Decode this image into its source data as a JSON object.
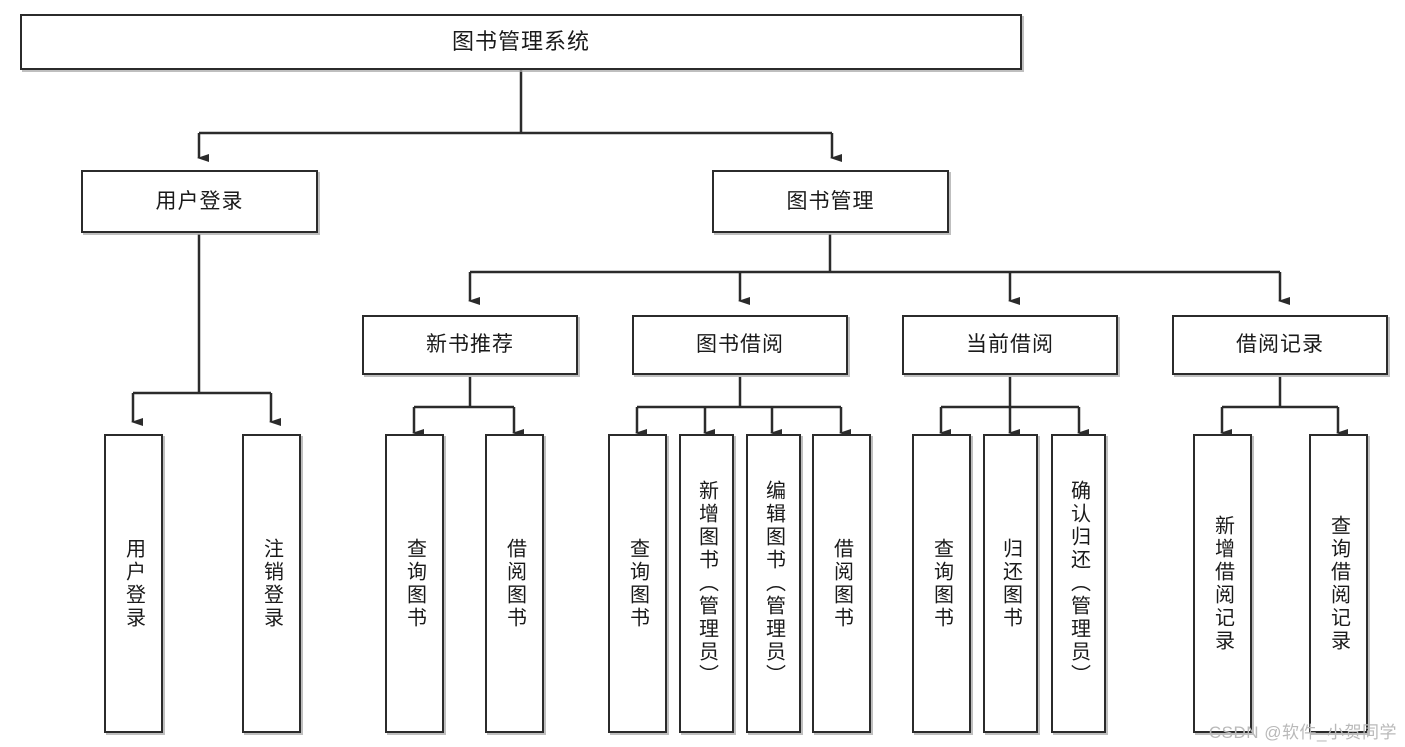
{
  "diagram": {
    "type": "tree",
    "title": "图书管理系统",
    "colors": {
      "box_border": "#2b2b2b",
      "box_fill": "#ffffff",
      "connector": "#2b2b2b",
      "watermark": "#b9b9b9"
    },
    "root": {
      "label": "图书管理系统"
    },
    "level2": [
      {
        "label": "用户登录"
      },
      {
        "label": "图书管理"
      }
    ],
    "level3": [
      {
        "label": "新书推荐"
      },
      {
        "label": "图书借阅"
      },
      {
        "label": "当前借阅"
      },
      {
        "label": "借阅记录"
      }
    ],
    "leaves": {
      "user_login": [
        {
          "label": "用户登录"
        },
        {
          "label": "注销登录"
        }
      ],
      "new_book_recommend": [
        {
          "label": "查询图书"
        },
        {
          "label": "借阅图书"
        }
      ],
      "book_borrow": [
        {
          "label": "查询图书"
        },
        {
          "label": "新增图书（管理员）"
        },
        {
          "label": "编辑图书（管理员）"
        },
        {
          "label": "借阅图书"
        }
      ],
      "current_borrow": [
        {
          "label": "查询图书"
        },
        {
          "label": "归还图书"
        },
        {
          "label": "确认归还（管理员）"
        }
      ],
      "borrow_records": [
        {
          "label": "新增借阅记录"
        },
        {
          "label": "查询借阅记录"
        }
      ]
    }
  },
  "watermark": {
    "text": "CSDN @软件_小贺同学"
  }
}
